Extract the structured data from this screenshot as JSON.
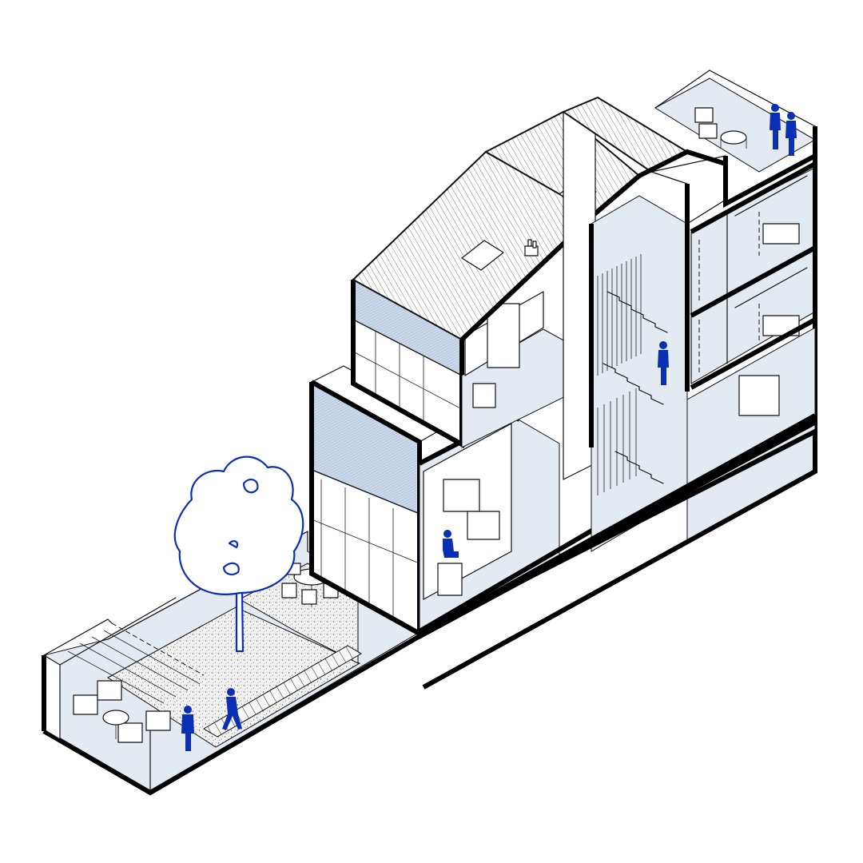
{
  "drawing": {
    "type": "isometric section diagram",
    "colors": {
      "accent": "#0a2fb3",
      "floor": "#e3eaf1",
      "cladding": "#cbd9ea",
      "line": "#111111",
      "background": "#ffffff"
    },
    "people": [
      {
        "name": "person-rooftop-1"
      },
      {
        "name": "person-rooftop-2"
      },
      {
        "name": "person-stair-landing"
      },
      {
        "name": "person-seated-living"
      },
      {
        "name": "person-garden-standing"
      },
      {
        "name": "person-garden-walking"
      }
    ],
    "elements": [
      "tree",
      "skylight",
      "skylight",
      "chimney-vent",
      "dining-table",
      "lounge-chairs",
      "stairs",
      "pergola"
    ]
  }
}
